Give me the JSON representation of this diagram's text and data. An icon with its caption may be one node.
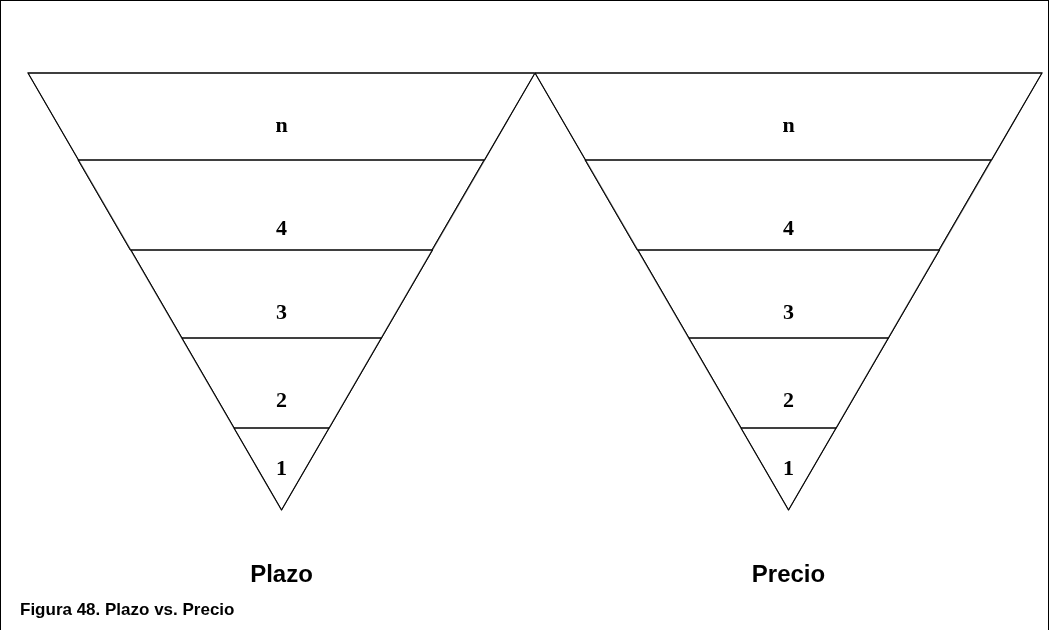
{
  "diagram": {
    "caption": "Figura 48. Plazo vs. Precio",
    "nodes": [
      {
        "text": [
          "Plazo"
        ]
      },
      {
        "text": [
          "n"
        ],
        "in": 0
      },
      {
        "text": [
          "4"
        ],
        "in": 0
      },
      {
        "text": [
          "3"
        ],
        "in": 0
      },
      {
        "text": [
          "2"
        ],
        "in": 0
      },
      {
        "text": [
          "1"
        ],
        "in": 0
      },
      {
        "text": [
          "Precio"
        ]
      },
      {
        "text": [
          "n"
        ],
        "in": 6
      },
      {
        "text": [
          "4"
        ],
        "in": 6
      },
      {
        "text": [
          "3"
        ],
        "in": 6
      },
      {
        "text": [
          "2"
        ],
        "in": 6
      },
      {
        "text": [
          "1"
        ],
        "in": 6
      }
    ],
    "edges": []
  }
}
